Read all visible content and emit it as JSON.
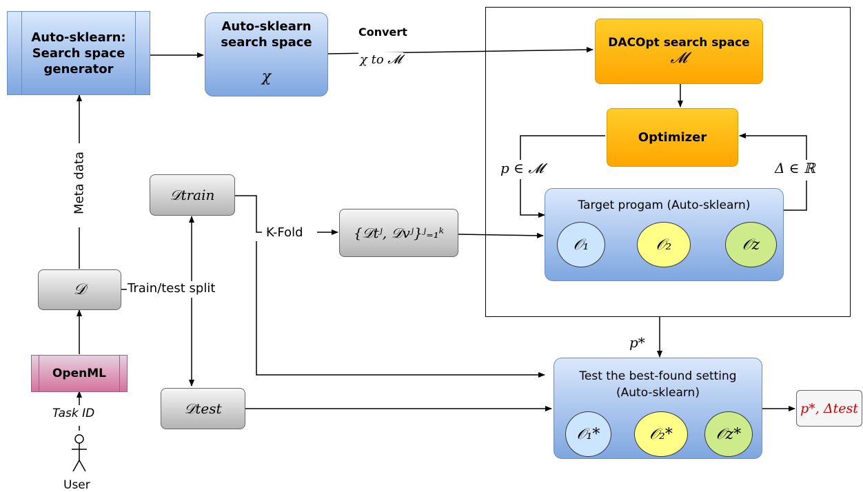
{
  "nodes": {
    "generator": "Auto-sklearn: Search space generator",
    "autosk_space_title": "Auto-sklearn search space",
    "autosk_space_symbol": "χ",
    "convert_label": "Convert",
    "convert_expr": "χ to 𝓜",
    "dacopt_title": "DACOpt search space",
    "dacopt_symbol": "𝓜",
    "optimizer": "Optimizer",
    "p_in_m": "p ∈ 𝓜",
    "delta_in_r": "Δ ∈ ℝ",
    "target_program": "Target progam (Auto-sklearn)",
    "o1": "𝒪₁",
    "o2": "𝒪₂",
    "oz": "𝒪z",
    "d_train": "𝒟train",
    "d_test": "𝒟test",
    "d": "𝒟",
    "kfold": "K-Fold",
    "folds": "{𝒟tʲ, 𝒟vʲ}ʲ₌₁ᵏ",
    "meta_data": "Meta data",
    "train_test_split": "Train/test split",
    "openml": "OpenML",
    "task_id": "Task ID",
    "user": "User",
    "p_star": "p*",
    "test_best_line1": "Test the best-found setting",
    "test_best_line2": "(Auto-sklearn)",
    "o1_star": "𝒪₁*",
    "o2_star": "𝒪₂*",
    "oz_star": "𝒪z*",
    "output": "p*, Δtest"
  }
}
